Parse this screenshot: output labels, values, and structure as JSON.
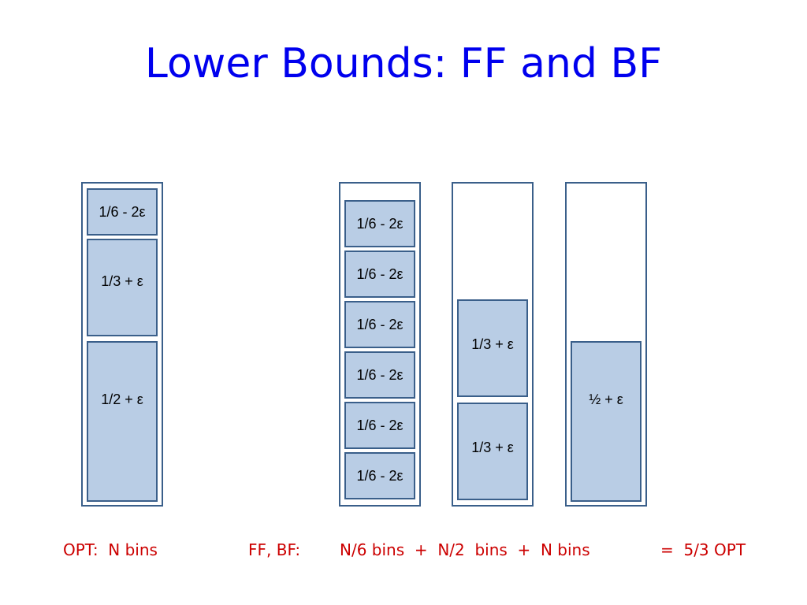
{
  "slide": {
    "title": "Lower Bounds:  FF and BF"
  },
  "opt_bin": {
    "items": [
      "1/6 - 2ε",
      "1/3 + ε",
      "1/2 + ε"
    ]
  },
  "ff_bins": {
    "sixth_bin": [
      "1/6 - 2ε",
      "1/6 - 2ε",
      "1/6 - 2ε",
      "1/6 - 2ε",
      "1/6 - 2ε",
      "1/6 - 2ε"
    ],
    "third_bin": [
      "1/3 + ε",
      "1/3 + ε"
    ],
    "half_bin": [
      "½ + ε"
    ]
  },
  "captions": {
    "opt": "OPT:  N bins",
    "ff_label": "FF, BF:",
    "ff_sum": "N/6 bins  +  N/2  bins  +  N bins",
    "result": "=  5/3 OPT"
  },
  "colors": {
    "title": "#0000ee",
    "caption": "#cc0000",
    "item_fill": "#b9cde5",
    "border": "#3a5f8a"
  }
}
